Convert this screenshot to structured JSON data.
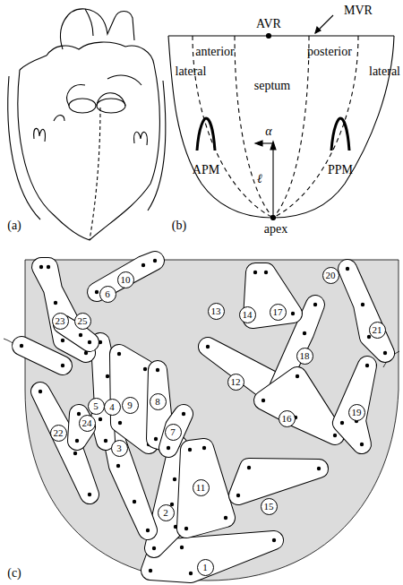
{
  "diagram": {
    "nodes": [
      {
        "text": [
          "1"
        ]
      },
      {
        "text": [
          "2"
        ]
      },
      {
        "text": [
          "3"
        ]
      },
      {
        "text": [
          "4"
        ]
      },
      {
        "text": [
          "5"
        ]
      },
      {
        "text": [
          "6"
        ]
      },
      {
        "text": [
          "7"
        ]
      },
      {
        "text": [
          "8"
        ]
      },
      {
        "text": [
          "9"
        ]
      },
      {
        "text": [
          "10"
        ]
      },
      {
        "text": [
          "11"
        ]
      },
      {
        "text": [
          "12"
        ]
      },
      {
        "text": [
          "13"
        ]
      },
      {
        "text": [
          "14"
        ]
      },
      {
        "text": [
          "15"
        ]
      },
      {
        "text": [
          "16"
        ]
      },
      {
        "text": [
          "17"
        ]
      },
      {
        "text": [
          "18"
        ]
      },
      {
        "text": [
          "19"
        ]
      },
      {
        "text": [
          "20"
        ]
      },
      {
        "text": [
          "21"
        ]
      },
      {
        "text": [
          "22"
        ]
      },
      {
        "text": [
          "23"
        ]
      },
      {
        "text": [
          "24"
        ]
      },
      {
        "text": [
          "25"
        ]
      }
    ],
    "labels": [
      "(a)",
      "AVR",
      "MVR",
      "anterior",
      "posterior",
      "lateral",
      "septum",
      "lateral",
      "APM",
      "α",
      "ℓ",
      "PPM",
      "apex",
      "(b)",
      "(c)"
    ]
  }
}
